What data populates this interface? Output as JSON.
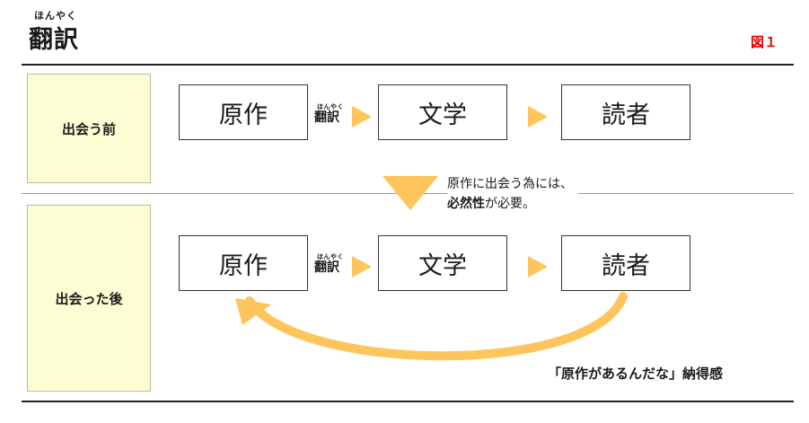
{
  "header": {
    "ruby": "ほんやく",
    "title": "翻訳",
    "figure_label": "図１"
  },
  "rows": [
    {
      "side_label": "出会う前",
      "boxes": [
        "原作",
        "文学",
        "読者"
      ],
      "arrow_label": "翻訳",
      "arrow_ruby": "ほんやく"
    },
    {
      "side_label": "出会った後",
      "boxes": [
        "原作",
        "文学",
        "読者"
      ],
      "arrow_label": "翻訳",
      "arrow_ruby": "ほんやく"
    }
  ],
  "note": {
    "line1": "原作に出会う為には、",
    "line2_bold": "必然性",
    "line2_rest": "が必要。"
  },
  "caption": "「原作があるんだな」納得感",
  "colors": {
    "accent_orange": "#fdc55c",
    "side_fill": "#fdfdd4",
    "figure_red": "#e00000"
  }
}
